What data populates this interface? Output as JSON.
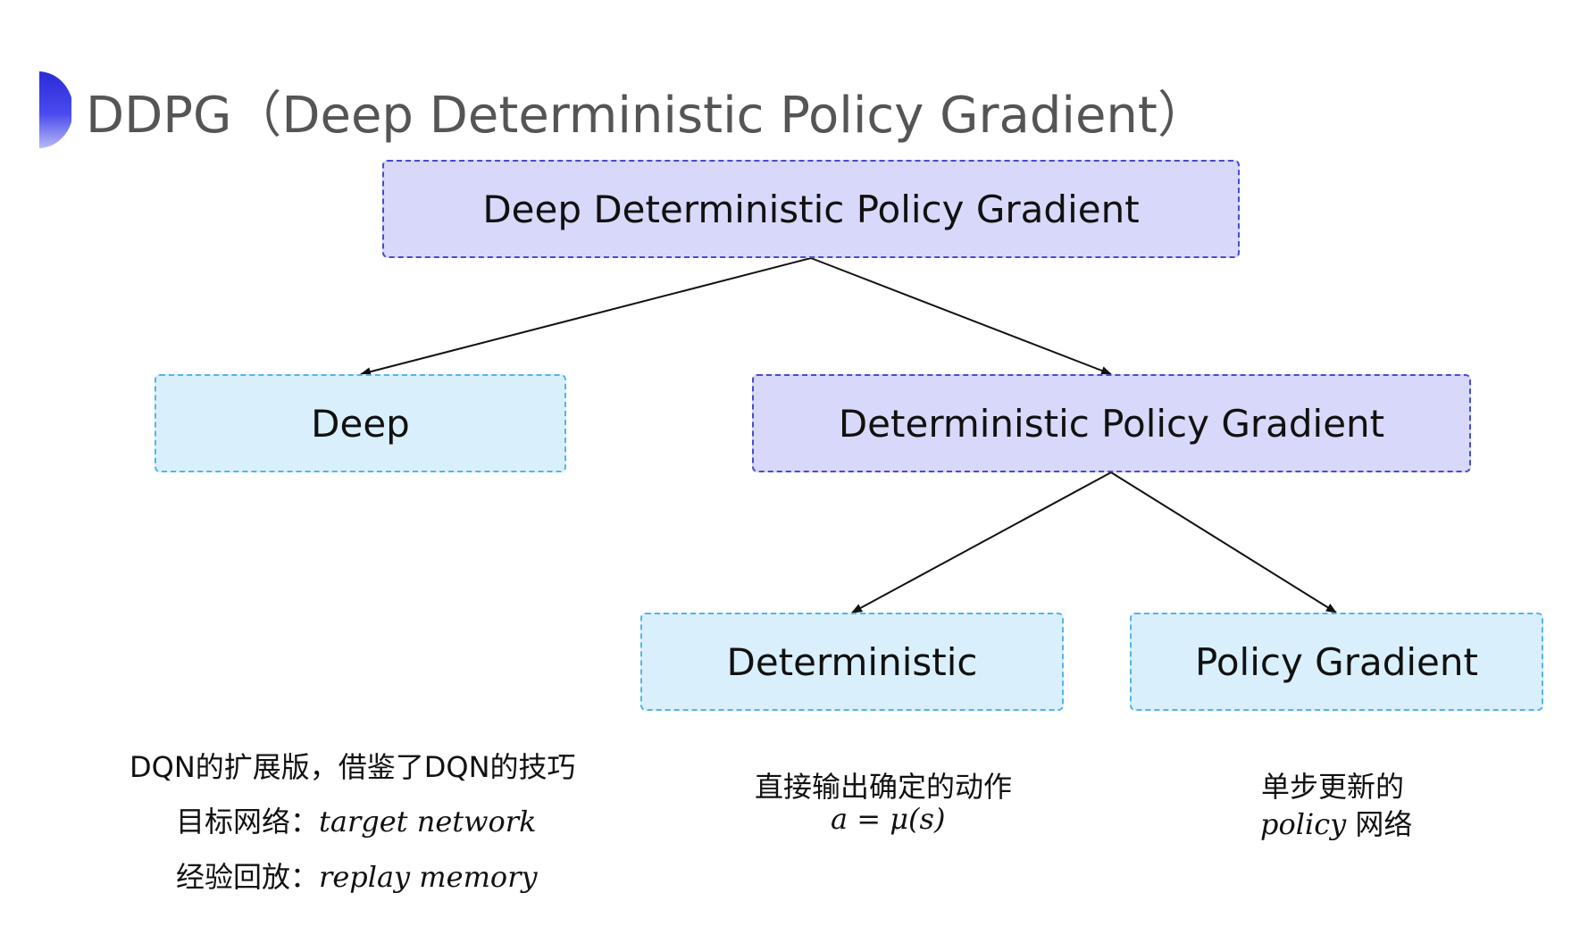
{
  "title": "DDPG（Deep Deterministic Policy Gradient）",
  "nodes": {
    "root": "Deep Deterministic Policy Gradient",
    "deep": "Deep",
    "dpg": "Deterministic Policy Gradient",
    "det": "Deterministic",
    "pg": "Policy Gradient"
  },
  "notes": {
    "deep": {
      "line1": "DQN的扩展版，借鉴了DQN的技巧",
      "line2_label": "目标网络：",
      "line2_term": "target network",
      "line3_label": "经验回放：",
      "line3_term": "replay memory"
    },
    "det": {
      "line1": "直接输出确定的动作",
      "formula": "a = μ(s)"
    },
    "pg": {
      "line1": "单步更新的",
      "line2_term": "policy",
      "line2_text": " 网络"
    }
  },
  "colors": {
    "purple_fill": "#d8d8fa",
    "purple_border": "#4a4ad0",
    "blue_fill": "#d9f0fc",
    "blue_border": "#55b4e6",
    "title": "#555555",
    "accent": "#2b2bd6"
  },
  "edges": [
    {
      "from": "root",
      "to": "deep"
    },
    {
      "from": "root",
      "to": "dpg"
    },
    {
      "from": "dpg",
      "to": "det"
    },
    {
      "from": "dpg",
      "to": "pg"
    }
  ]
}
